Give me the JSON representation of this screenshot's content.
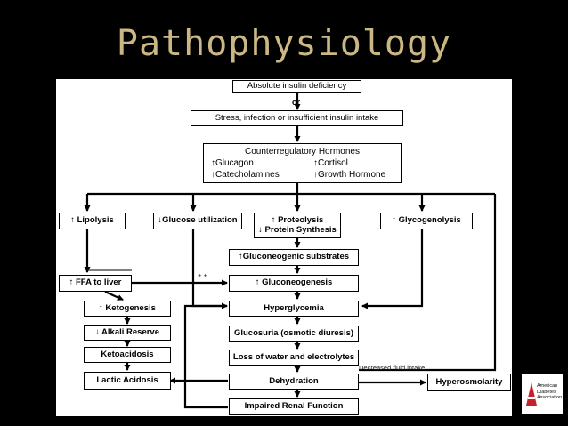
{
  "title": "Pathophysiology",
  "boxes": {
    "absolute_insulin": "Absolute insulin deficiency",
    "or": "or",
    "stress": "Stress, infection or insufficient insulin intake",
    "counter_title": "Counterregulatory Hormones",
    "glucagon": "↑Glucagon",
    "catecholamines": "↑Catecholamines",
    "cortisol": "↑Cortisol",
    "growth_hormone": "↑Growth Hormone",
    "lipolysis": "↑ Lipolysis",
    "glucose_utilization": "↓Glucose utilization",
    "proteolysis": "↑ Proteolysis",
    "protein_synthesis": "↓ Protein Synthesis",
    "glycogenolysis": "↑ Glycogenolysis",
    "gluconeogenic_substrates": "↑Gluconeogenic substrates",
    "ffa_to_liver": "↑ FFA to liver",
    "plus_plus": "+ +",
    "gluconeogenesis": "↑ Gluconeogenesis",
    "ketogenesis": "↑ Ketogenesis",
    "hyperglycemia": "Hyperglycemia",
    "alkali_reserve": "↓ Alkali Reserve",
    "glucosuria": "Glucosuria (osmotic diuresis)",
    "ketoacidosis": "Ketoacidosis",
    "loss_water": "Loss of water and electrolytes",
    "decreased_fluid": "Decreased fluid intake",
    "lactic_acidosis": "Lactic Acidosis",
    "dehydration": "Dehydration",
    "hyperosmolarity": "Hyperosmolarity",
    "impaired_renal": "Impaired Renal Function"
  },
  "logo": {
    "org_line1": "American",
    "org_line2": "Diabetes",
    "org_line3": "Association."
  },
  "colors": {
    "title": "#cbb783",
    "background": "#000000",
    "logo_red": "#c8202a"
  }
}
